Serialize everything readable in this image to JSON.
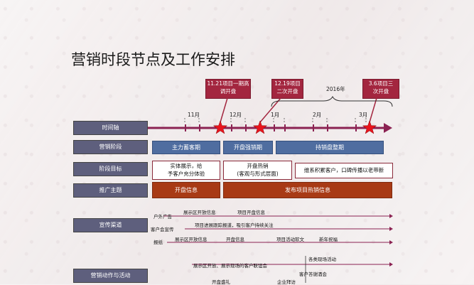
{
  "title": "营销时段节点及工作安排",
  "callouts": {
    "c1": {
      "line1": "11.21项目一期高",
      "line2": "调开盘"
    },
    "c2": {
      "line1": "12.19项目",
      "line2": "二次开盘"
    },
    "c3": {
      "line1": "3.6项目三",
      "line2": "次开盘"
    }
  },
  "year_label": "2016年",
  "months": [
    "11月",
    "12月",
    "1月",
    "2月",
    "3月"
  ],
  "rows": {
    "timeline": "时间轴",
    "phase": "营销阶段",
    "goal": "阶段目标",
    "promo": "推广主题",
    "channel": "宣传渠道",
    "actions": "营销动作与活动"
  },
  "phases": [
    "主力蓄客期",
    "开盘强销期",
    "持销盘整期"
  ],
  "goals": {
    "g1_line1": "实体展示，给",
    "g1_line2": "予客户充分体验",
    "g2_line1": "开盘热销",
    "g2_line2": "(客观与形式层面)",
    "g3": "维系积累客户，口碑传播以老带新"
  },
  "promo": [
    "开盘信息",
    "发布项目热销信息"
  ],
  "channels": {
    "outdoor": "户外广告",
    "customer": "客户会宣传",
    "paper": "报纸",
    "o1": "展示区开放信息",
    "o2": "项目开盘信息",
    "cu1": "项目进展跟踪报道，吸引客户持续关注",
    "p1": "展示区开放信息",
    "p2": "开盘信息",
    "p3": "项目活动软文",
    "p4": "新年祝福"
  },
  "actions": {
    "a1": "各类现场活动",
    "a2": "展示区开放、展示现场的客户联谊会",
    "a3": "客户答谢酒会",
    "a4": "开盘盛礼",
    "a5": "企业拜访"
  },
  "colors": {
    "callout": "#a3263f",
    "axis": "#8b2252",
    "row_label": "#5e5f7d",
    "phase_box": "#4f6da0",
    "promo_box": "#a83a15",
    "star": "#e8141c"
  }
}
